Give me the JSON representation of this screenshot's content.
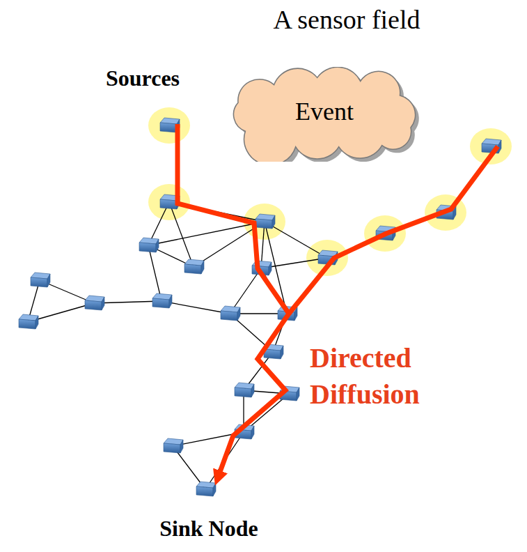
{
  "diagram": {
    "title": "A sensor field",
    "nodes": [
      {
        "text": [
          "Event"
        ]
      }
    ],
    "labels": [
      "Sources",
      "Directed Diffusion",
      "Sink Node"
    ]
  }
}
